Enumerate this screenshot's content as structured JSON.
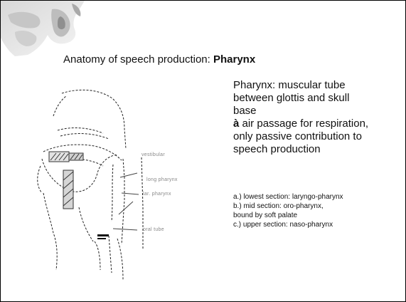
{
  "slide": {
    "title_prefix": "Anatomy of speech production: ",
    "title_bold": "Pharynx"
  },
  "description": {
    "lines": [
      "Pharynx: muscular tube",
      "between glottis and skull",
      "base"
    ],
    "arrow_glyph": "à",
    "arrow_lines": [
      " air passage for respiration,",
      "only passive contribution to",
      "speech production"
    ]
  },
  "sections": {
    "lines": [
      "a.) lowest section: laryngo-pharynx",
      "b.) mid section: oro-pharynx,",
      "bound by soft palate",
      "c.) upper section: naso-pharynx"
    ]
  },
  "figure": {
    "labels": [
      "vestibular",
      "long pharynx",
      "lar. pharynx",
      "oral tube"
    ]
  }
}
